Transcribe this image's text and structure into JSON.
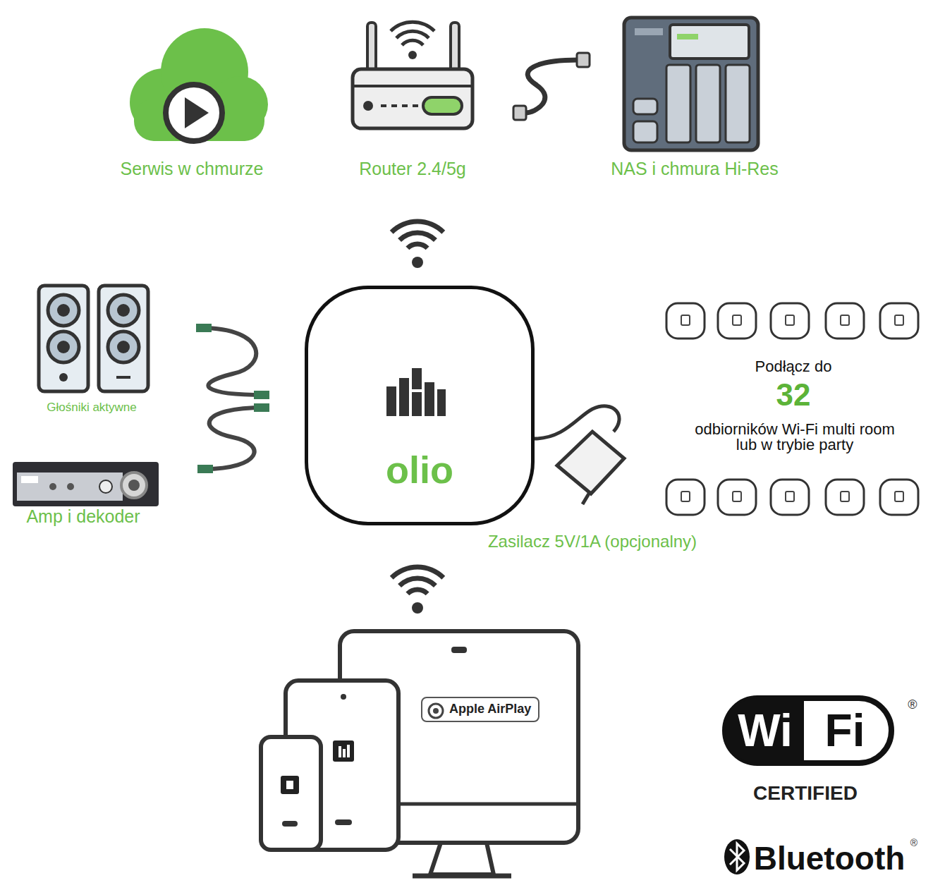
{
  "diagram": {
    "nodes": [
      {
        "text": [
          "olio"
        ]
      },
      {
        "text": [
          "Apple AirPlay"
        ]
      }
    ],
    "labels": [
      "Serwis w chmurze",
      "Router 2.4/5g",
      "NAS i chmura Hi-Res",
      "Głośniki aktywne",
      "Amp i dekoder",
      "Podłącz do",
      "32",
      "odbiorników Wi-Fi multi room lub w trybie party",
      "Zasilacz 5V/1A (opcjonalny)",
      "Wi",
      "Fi",
      "CERTIFIED",
      "®",
      "Bluetooth",
      "®"
    ]
  }
}
